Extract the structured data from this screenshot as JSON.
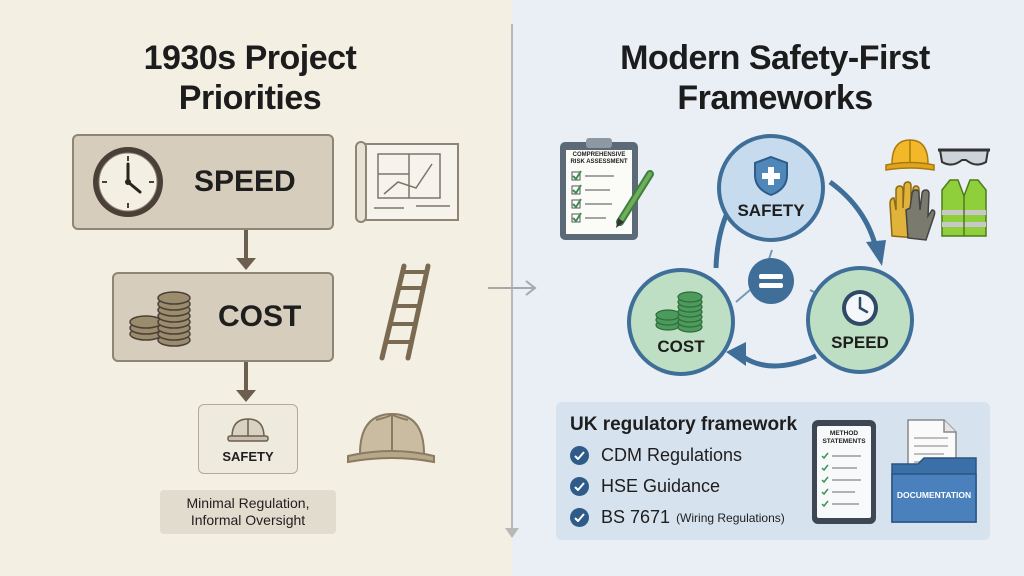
{
  "left": {
    "title_line1": "1930s Project",
    "title_line2": "Priorities",
    "boxes": {
      "speed": "SPEED",
      "cost": "COST",
      "safety": "SAFETY"
    },
    "note_line1": "Minimal Regulation,",
    "note_line2": "Informal Oversight"
  },
  "right": {
    "title_line1": "Modern Safety-First",
    "title_line2": "Frameworks",
    "clipboard_line1": "COMPREHENSIVE",
    "clipboard_line2": "RISK ASSESSMENT",
    "cycle": {
      "safety": "SAFETY",
      "cost": "COST",
      "speed": "SPEED"
    },
    "framework": {
      "heading": "UK regulatory framework",
      "items": [
        "CDM Regulations",
        "HSE Guidance",
        "BS 7671"
      ],
      "item3_note": "(Wiring Regulations)",
      "tablet_line1": "METHOD",
      "tablet_line2": "STATEMENTS",
      "folder_label": "DOCUMENTATION"
    }
  },
  "colors": {
    "left_background": "#f4efe3",
    "right_background": "#e9eff5",
    "box_fill": "#d9d1c1",
    "safety_circle": "#c6dbee",
    "cost_circle": "#bfdfc4",
    "speed_circle": "#bfdfc4",
    "cycle_arrow": "#3f6f98"
  }
}
